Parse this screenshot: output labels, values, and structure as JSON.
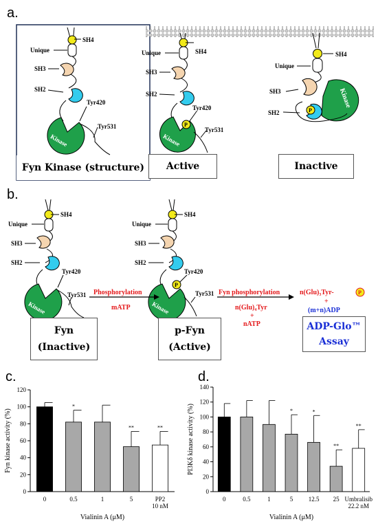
{
  "panels": {
    "a": "a.",
    "b": "b.",
    "c": "c.",
    "d": "d."
  },
  "domains": {
    "sh4": "SH4",
    "unique": "Unique",
    "sh3": "SH3",
    "sh2": "SH2",
    "kinase": "Kinase",
    "tyr420": "Tyr420",
    "tyr531": "Tyr531",
    "p": "P"
  },
  "panel_a": {
    "structure_caption": "Fyn Kinase (structure)",
    "active_caption": "Active",
    "inactive_caption": "Inactive"
  },
  "panel_b": {
    "fyn_line1": "Fyn",
    "fyn_line2": "(Inactive)",
    "pfyn_line1": "p-Fyn",
    "pfyn_line2": "(Active)",
    "phosphorylation": "Phosphorylation",
    "matp": "mATP",
    "fyn_phosphorylation": "Fyn phosphorylation",
    "substrate": "n(Glu)₄Tyr",
    "plus": "+",
    "natp": "nATP",
    "product1": "n(Glu)₃Tyr-",
    "product_plus": "+",
    "product2": "(m+n)ADP",
    "assay_line1": "ADP-Glo™",
    "assay_line2": "Assay"
  },
  "colors": {
    "kinase": "#1fa04a",
    "sh2": "#33ccee",
    "sh3": "#f5d5b0",
    "sh4": "#f2ea1a",
    "red": "#e41a1c",
    "blue": "#1a2fd6",
    "black_bar": "#000000",
    "grey_bar": "#a8a8a8",
    "white_bar": "#ffffff"
  },
  "chart_data": [
    {
      "type": "bar",
      "ylabel": "Fyn kinase activity (%)",
      "xlabel": "Vialinin A (μM)",
      "ylim": [
        0,
        120
      ],
      "yticks": [
        "0",
        "20",
        "40",
        "60",
        "80",
        "100",
        "120"
      ],
      "categories": [
        "0",
        "0.5",
        "1",
        "5",
        "PP2"
      ],
      "sub_labels": [
        "",
        "",
        "",
        "",
        "10 nM"
      ],
      "values": [
        100,
        82,
        82,
        53,
        55
      ],
      "errors": [
        5,
        14,
        20,
        18,
        16
      ],
      "significance": [
        "",
        "*",
        "",
        "**",
        "**"
      ],
      "fills": [
        "black",
        "grey",
        "grey",
        "grey",
        "white"
      ]
    },
    {
      "type": "bar",
      "ylabel": "PI3Kδ kinase activity (%)",
      "xlabel": "Vialinin A (μM)",
      "ylim": [
        0,
        140
      ],
      "yticks": [
        "0",
        "20",
        "40",
        "60",
        "80",
        "100",
        "120",
        "140"
      ],
      "categories": [
        "0",
        "0.5",
        "1",
        "5",
        "12.5",
        "25",
        "Umbralisib"
      ],
      "sub_labels": [
        "",
        "",
        "",
        "",
        "",
        "",
        "22.2 nM"
      ],
      "values": [
        100,
        100,
        90,
        77,
        66,
        34,
        58
      ],
      "errors": [
        18,
        22,
        32,
        26,
        36,
        22,
        25
      ],
      "significance": [
        "",
        "",
        "",
        "*",
        "*",
        "**",
        "**"
      ],
      "fills": [
        "black",
        "grey",
        "grey",
        "grey",
        "grey",
        "grey",
        "white"
      ]
    }
  ]
}
